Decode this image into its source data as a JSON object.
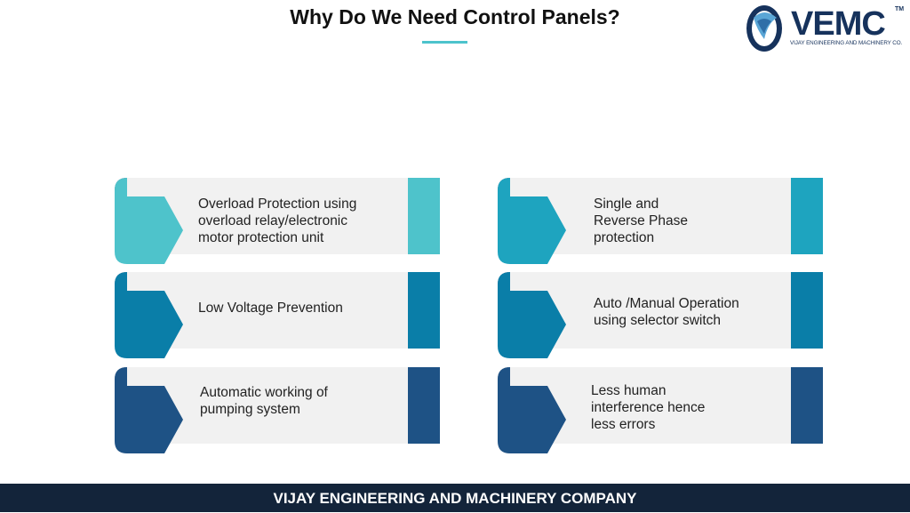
{
  "header": {
    "title": "Why Do We Need Control Panels?"
  },
  "logo": {
    "name": "VEMC",
    "trademark": "TM",
    "tagline": "VIJAY ENGINEERING AND MACHINERY CO."
  },
  "cards": [
    {
      "text": " Overload Protection using\noverload relay/electronic\nmotor protection unit",
      "color": "#4ec3cb"
    },
    {
      "text": " Single and\nReverse Phase\nprotection",
      "color": "#1ea4bf"
    },
    {
      "text": "Low Voltage Prevention",
      "color": "#0a7ea8"
    },
    {
      "text": " Auto /Manual Operation\nusing selector switch",
      "color": "#0a7ea8"
    },
    {
      "text": " Automatic working of\npumping system",
      "color": "#1e5285"
    },
    {
      "text": " Less human\ninterference hence\nless errors",
      "color": "#1e5285"
    }
  ],
  "footer": {
    "company": "VIJAY ENGINEERING AND MACHINERY COMPANY"
  }
}
